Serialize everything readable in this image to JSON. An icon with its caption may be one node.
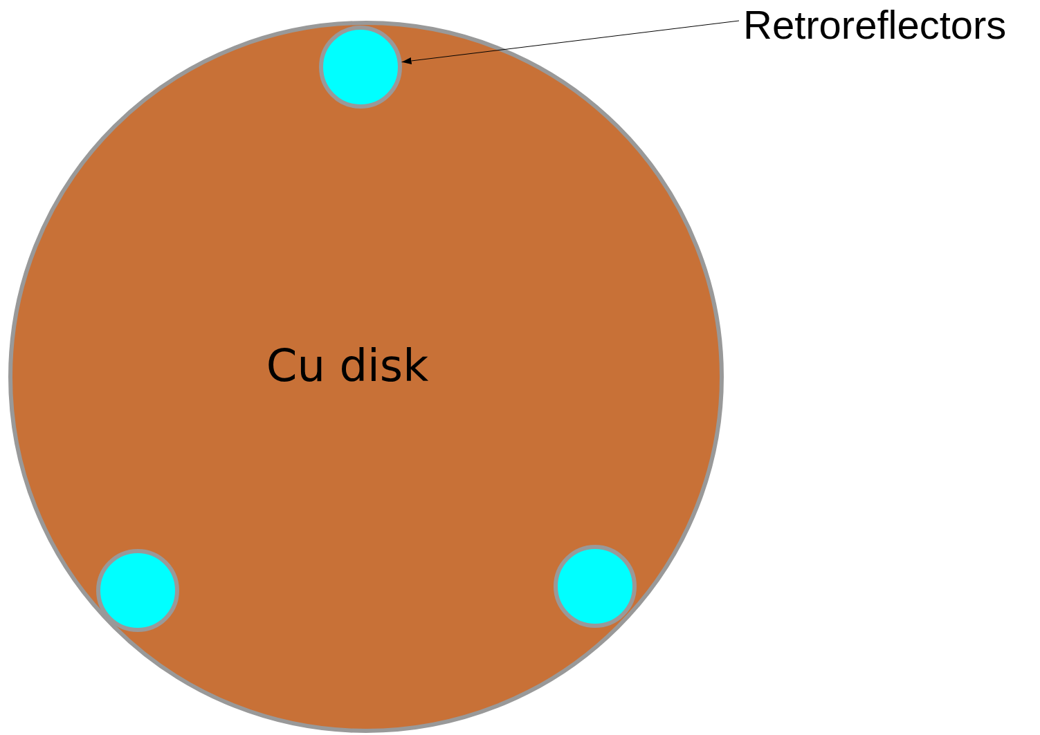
{
  "diagram": {
    "nodes": [
      {
        "text": [
          "Cu disk"
        ]
      },
      {
        "text": [],
        "shape": "circle",
        "in": 0
      },
      {
        "text": [],
        "shape": "circle",
        "in": 0
      },
      {
        "text": [],
        "shape": "circle",
        "in": 0
      },
      {
        "text": [
          "Retroreflectors"
        ]
      }
    ],
    "edges": [
      {
        "from": 4,
        "to": 1,
        "arrow": "to"
      }
    ]
  }
}
